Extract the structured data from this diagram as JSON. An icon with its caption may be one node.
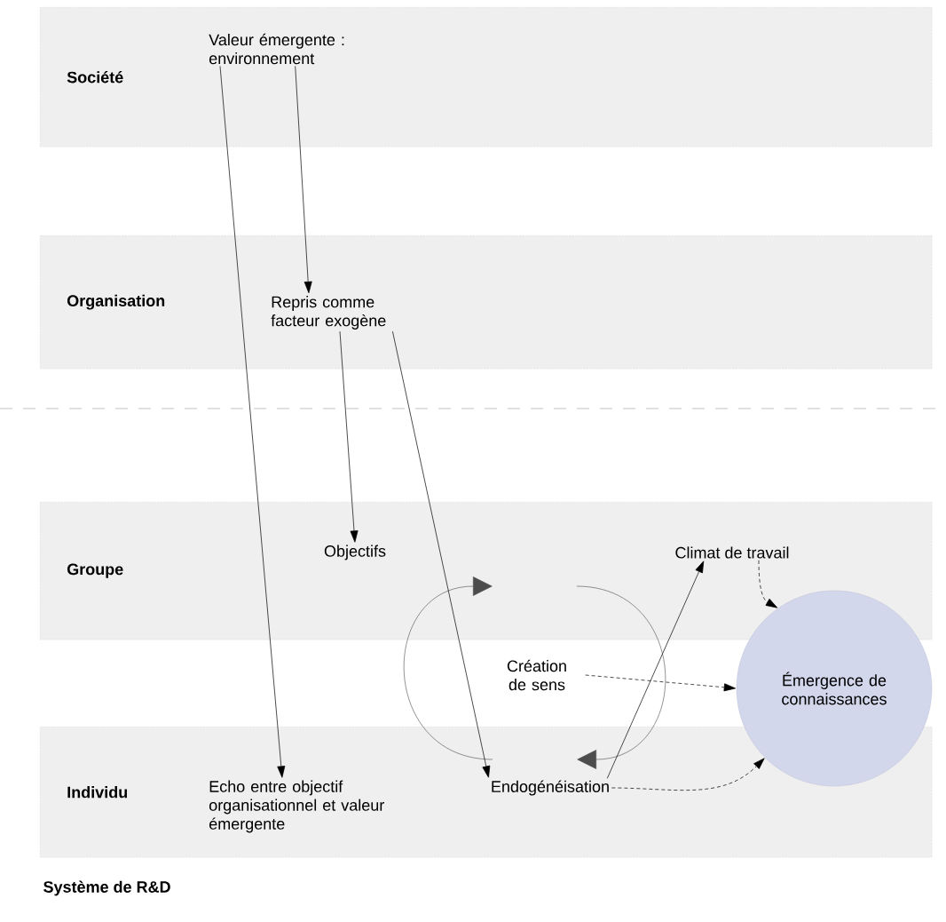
{
  "diagram": {
    "caption": "Système de R&D",
    "nodes": [
      {
        "text": [
          "Société"
        ]
      },
      {
        "text": [
          "Valeur émergente : environnement"
        ],
        "in": 0
      },
      {
        "text": [
          "Organisation"
        ]
      },
      {
        "text": [
          "Repris comme facteur exogène"
        ],
        "in": 2
      },
      {
        "text": [
          "Groupe"
        ]
      },
      {
        "text": [
          "Objectifs"
        ],
        "in": 4
      },
      {
        "text": [
          "Climat de travail"
        ],
        "in": 4
      },
      {
        "text": [
          "Création de sens"
        ]
      },
      {
        "text": [
          "Individu"
        ]
      },
      {
        "text": [
          "Echo entre objectif organisationnel et valeur émergente"
        ],
        "in": 8
      },
      {
        "text": [
          "Endogénéisation"
        ],
        "in": 8
      },
      {
        "text": [
          "Émergence de connaissances"
        ]
      }
    ],
    "edges": [
      {
        "from": 1,
        "to": 9,
        "arrow": "to"
      },
      {
        "from": 1,
        "to": 3,
        "arrow": "to"
      },
      {
        "from": 3,
        "to": 5,
        "arrow": "to"
      },
      {
        "from": 3,
        "to": 10,
        "arrow": "to"
      },
      {
        "from": 10,
        "to": 6,
        "arrow": "to"
      },
      {
        "from": 6,
        "to": 11,
        "arrow": "to",
        "style": "dashed"
      },
      {
        "from": 7,
        "to": 11,
        "arrow": "to",
        "style": "dashed"
      },
      {
        "from": 10,
        "to": 11,
        "arrow": "to",
        "style": "dashed"
      }
    ]
  }
}
